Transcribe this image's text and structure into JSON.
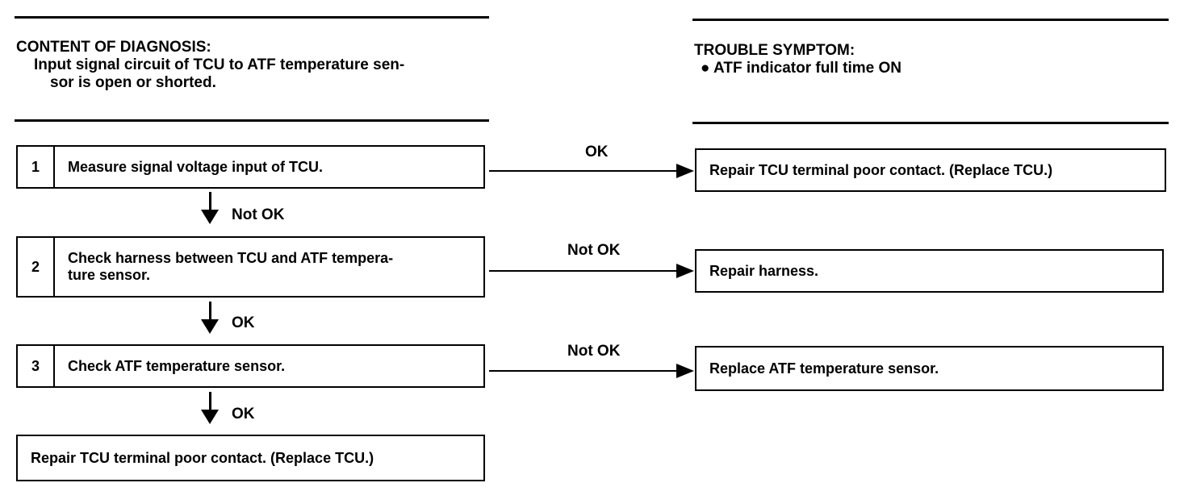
{
  "content_of_diagnosis": {
    "title": "CONTENT OF DIAGNOSIS:",
    "line1": "Input signal circuit of TCU to ATF temperature sen-",
    "line2": "sor is open or shorted."
  },
  "trouble_symptom": {
    "title": "TROUBLE SYMPTOM:",
    "item": "●  ATF indicator full time ON"
  },
  "steps": [
    {
      "number": "1",
      "text": "Measure signal voltage input of TCU."
    },
    {
      "number": "2",
      "text": "Check harness between TCU and ATF tempera-\nture sensor."
    },
    {
      "number": "3",
      "text": "Check ATF temperature sensor."
    }
  ],
  "final_box": "Repair TCU terminal poor contact. (Replace TCU.)",
  "side_results": [
    {
      "condition": "OK",
      "text": "Repair TCU terminal poor contact. (Replace TCU.)"
    },
    {
      "condition": "Not OK",
      "text": "Repair harness."
    },
    {
      "condition": "Not OK",
      "text": "Replace ATF temperature sensor."
    }
  ],
  "down_labels": [
    "Not OK",
    "OK",
    "OK"
  ]
}
